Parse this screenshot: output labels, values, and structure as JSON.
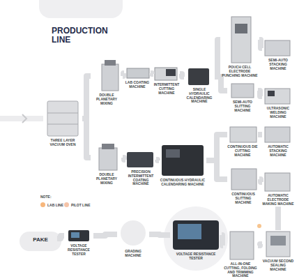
{
  "diagram": {
    "title": "PRODUCTION LINE",
    "nodes": [
      {
        "text": [
          "THREE LAYER VACUUM OVEN"
        ]
      },
      {
        "text": [
          "DOUBLE PLANETARY MIXING"
        ]
      },
      {
        "text": [
          "LAB COATING MACHINE"
        ]
      },
      {
        "text": [
          "INTERMITTENT CUTTING MACHINE"
        ]
      },
      {
        "text": [
          "SINGLE HYDRAULIC CALENDARING MACHINE"
        ]
      },
      {
        "text": [
          "POUCH CELL ELECTRODE PUNCHING MACHINE"
        ]
      },
      {
        "text": [
          "SEMI-AUTO STACKING MACHINE"
        ]
      },
      {
        "text": [
          "SEMI-AUTO SLITTING MACHINE"
        ]
      },
      {
        "text": [
          "ULTRASONIC WELDING MACHINE"
        ]
      },
      {
        "text": [
          "DOUBLE PLANETARY MIXING"
        ]
      },
      {
        "text": [
          "PRECISION INTERMITTENT COATING MACHINE"
        ]
      },
      {
        "text": [
          "CONTINUOUS HYDRAULIC CALENDARING MACHINE"
        ]
      },
      {
        "text": [
          "CONTINUOUS DIE CUTTING MACHINE"
        ]
      },
      {
        "text": [
          "AUTOMATIC STACKING MACHINE"
        ]
      },
      {
        "text": [
          "CONTINUOUS SLITTING MACHINE"
        ]
      },
      {
        "text": [
          "AUTOMATIC ELECTRODE MAKING MACHINE"
        ]
      },
      {
        "text": [
          "PAKE"
        ]
      },
      {
        "text": [
          "VOLTAGE RESISTANCE TESTER"
        ]
      },
      {
        "text": [
          "GRADING MACHINE"
        ]
      },
      {
        "text": [
          "VOLTAGE RESISTANCE TESTER"
        ]
      },
      {
        "text": [
          "ALL-IN-ONE CUTTING, FOLDING AND TRIMMING MACHINE"
        ]
      },
      {
        "text": [
          "VACUUM SECOND SEALING MACHINE"
        ]
      }
    ],
    "edges": [
      {
        "from": 0,
        "to": 1,
        "arrow": "none"
      },
      {
        "from": 1,
        "to": 2,
        "arrow": "none"
      },
      {
        "from": 2,
        "to": 3,
        "arrow": "none"
      },
      {
        "from": 3,
        "to": 4,
        "arrow": "none"
      },
      {
        "from": 4,
        "to": 5,
        "arrow": "none"
      },
      {
        "from": 5,
        "to": 6,
        "arrow": "none"
      },
      {
        "from": 4,
        "to": 7,
        "arrow": "none"
      },
      {
        "from": 7,
        "to": 8,
        "arrow": "none"
      },
      {
        "from": 0,
        "to": 9,
        "arrow": "none"
      },
      {
        "from": 9,
        "to": 10,
        "arrow": "none"
      },
      {
        "from": 10,
        "to": 11,
        "arrow": "none"
      },
      {
        "from": 11,
        "to": 12,
        "arrow": "none"
      },
      {
        "from": 12,
        "to": 13,
        "arrow": "none"
      },
      {
        "from": 11,
        "to": 14,
        "arrow": "none"
      },
      {
        "from": 14,
        "to": 15,
        "arrow": "none"
      },
      {
        "from": 15,
        "to": 21,
        "arrow": "none"
      },
      {
        "from": 21,
        "to": 20,
        "arrow": "none"
      },
      {
        "from": 20,
        "to": 19,
        "arrow": "none"
      },
      {
        "from": 19,
        "to": 18,
        "arrow": "none"
      },
      {
        "from": 18,
        "to": 17,
        "arrow": "none"
      },
      {
        "from": 17,
        "to": 16,
        "arrow": "none"
      }
    ],
    "labels": [
      "NOTE:"
    ],
    "legend": [
      {
        "text": "LAB LINE",
        "color": "#f7b77c"
      },
      {
        "text": "PILOT LINE",
        "color": "#f4c3a8"
      }
    ]
  }
}
